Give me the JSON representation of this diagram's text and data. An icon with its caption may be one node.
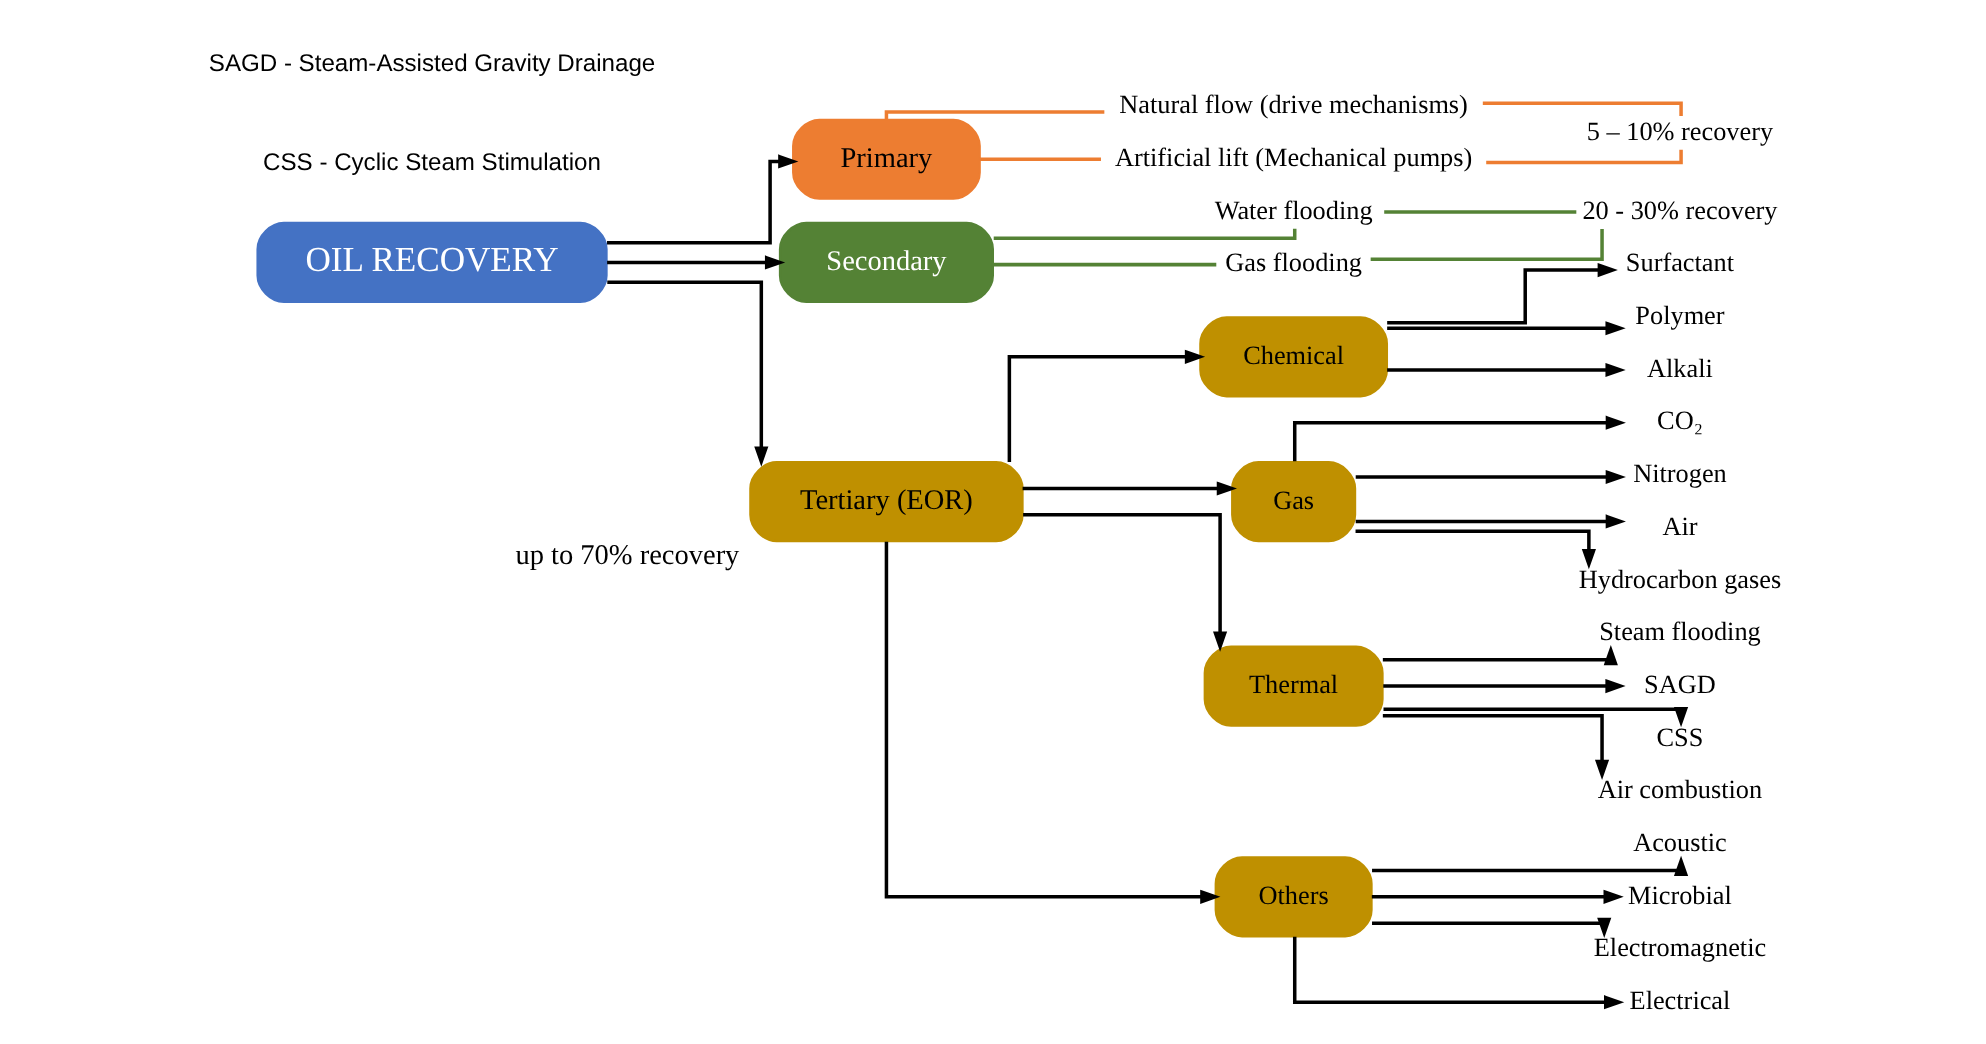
{
  "diagram": {
    "nodes": [
      {
        "text": [
          "OIL RECOVERY"
        ]
      },
      {
        "text": [
          "Primary"
        ]
      },
      {
        "text": [
          "Natural flow (drive mechanisms)"
        ]
      },
      {
        "text": [
          "Artificial lift (Mechanical pumps)"
        ]
      },
      {
        "text": [
          "5 – 10% recovery"
        ]
      },
      {
        "text": [
          "Secondary"
        ]
      },
      {
        "text": [
          "Water flooding"
        ]
      },
      {
        "text": [
          "Gas flooding"
        ]
      },
      {
        "text": [
          "20 - 30% recovery"
        ]
      },
      {
        "text": [
          "Tertiary (EOR)"
        ],
        "beside": [
          "up to 70% recovery"
        ]
      },
      {
        "text": [
          "Chemical"
        ]
      },
      {
        "text": [
          "Surfactant"
        ]
      },
      {
        "text": [
          "Polymer"
        ]
      },
      {
        "text": [
          "Alkali"
        ]
      },
      {
        "text": [
          "Gas"
        ]
      },
      {
        "text": [
          "CO₂"
        ]
      },
      {
        "text": [
          "Nitrogen"
        ]
      },
      {
        "text": [
          "Air"
        ]
      },
      {
        "text": [
          "Hydrocarbon gases"
        ]
      },
      {
        "text": [
          "Thermal"
        ]
      },
      {
        "text": [
          "Steam flooding"
        ]
      },
      {
        "text": [
          "SAGD"
        ]
      },
      {
        "text": [
          "CSS"
        ]
      },
      {
        "text": [
          "Air combustion"
        ]
      },
      {
        "text": [
          "Others"
        ]
      },
      {
        "text": [
          "Acoustic"
        ]
      },
      {
        "text": [
          "Microbial"
        ]
      },
      {
        "text": [
          "Electromagnetic"
        ]
      },
      {
        "text": [
          "Electrical"
        ]
      }
    ],
    "edges": [
      {
        "from": 0,
        "to": 1,
        "arrow": "to"
      },
      {
        "from": 0,
        "to": 5,
        "arrow": "to"
      },
      {
        "from": 0,
        "to": 9,
        "arrow": "to"
      },
      {
        "from": 1,
        "to": 2,
        "arrow": "none",
        "color": "#ed7d31"
      },
      {
        "from": 1,
        "to": 3,
        "arrow": "none",
        "color": "#ed7d31"
      },
      {
        "from": 2,
        "to": 4,
        "arrow": "none",
        "color": "#ed7d31"
      },
      {
        "from": 3,
        "to": 4,
        "arrow": "none",
        "color": "#ed7d31"
      },
      {
        "from": 5,
        "to": 6,
        "arrow": "none",
        "color": "#548235"
      },
      {
        "from": 5,
        "to": 7,
        "arrow": "none",
        "color": "#548235"
      },
      {
        "from": 6,
        "to": 8,
        "arrow": "none",
        "color": "#548235"
      },
      {
        "from": 7,
        "to": 8,
        "arrow": "none",
        "color": "#548235"
      },
      {
        "from": 9,
        "to": 10,
        "arrow": "to"
      },
      {
        "from": 9,
        "to": 14,
        "arrow": "to"
      },
      {
        "from": 9,
        "to": 19,
        "arrow": "to"
      },
      {
        "from": 9,
        "to": 24,
        "arrow": "to"
      },
      {
        "from": 10,
        "to": 11,
        "arrow": "to"
      },
      {
        "from": 10,
        "to": 12,
        "arrow": "to"
      },
      {
        "from": 10,
        "to": 13,
        "arrow": "to"
      },
      {
        "from": 14,
        "to": 15,
        "arrow": "to"
      },
      {
        "from": 14,
        "to": 16,
        "arrow": "to"
      },
      {
        "from": 14,
        "to": 17,
        "arrow": "to"
      },
      {
        "from": 14,
        "to": 18,
        "arrow": "to"
      },
      {
        "from": 19,
        "to": 20,
        "arrow": "to"
      },
      {
        "from": 19,
        "to": 21,
        "arrow": "to"
      },
      {
        "from": 19,
        "to": 22,
        "arrow": "to"
      },
      {
        "from": 19,
        "to": 23,
        "arrow": "to"
      },
      {
        "from": 24,
        "to": 25,
        "arrow": "to"
      },
      {
        "from": 24,
        "to": 26,
        "arrow": "to"
      },
      {
        "from": 24,
        "to": 27,
        "arrow": "to"
      },
      {
        "from": 24,
        "to": 28,
        "arrow": "to"
      }
    ],
    "labels": [
      "CSS - Cyclic Steam Stimulation",
      "SAGD - Steam-Assisted Gravity Drainage"
    ]
  }
}
